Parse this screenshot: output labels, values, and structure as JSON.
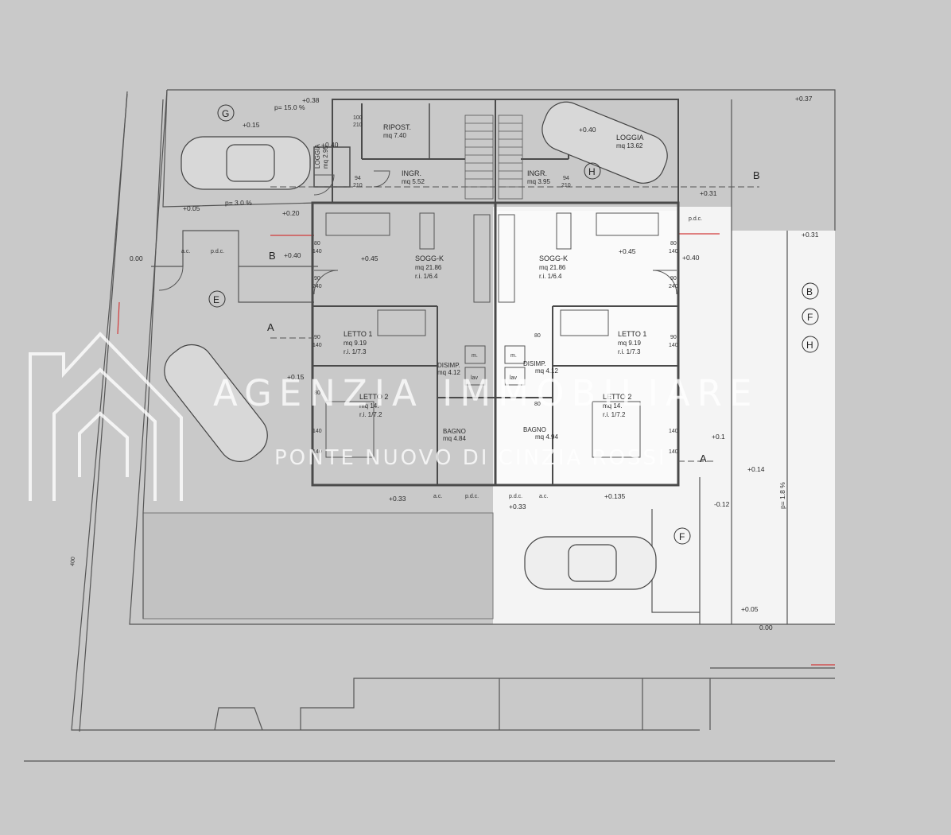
{
  "plan": {
    "units": {
      "left": {
        "rooms": [
          {
            "name": "RIPOST.",
            "area": "mq  7.40"
          },
          {
            "name": "LOGGIA",
            "area": "mq  2.95"
          },
          {
            "name": "INGR.",
            "area": "mq  5.52"
          },
          {
            "name": "SOGG-K",
            "area": "mq  21.86",
            "ri": "r.i.    1/6.4"
          },
          {
            "name": "LETTO 1",
            "area": "mq   9.19",
            "ri": "r.i.    1/7.3"
          },
          {
            "name": "DISIMP.",
            "area": "mq  4.12"
          },
          {
            "name": "LETTO 2",
            "area": "mq   14.",
            "ri": "r.i.    1/7.2"
          },
          {
            "name": "BAGNO",
            "area": "mq  4.84"
          }
        ]
      },
      "right": {
        "rooms": [
          {
            "name": "LOGGIA",
            "area": "mq  13.62"
          },
          {
            "name": "INGR.",
            "area": "mq  3.95"
          },
          {
            "name": "SOGG-K",
            "area": "mq  21.86",
            "ri": "r.i.    1/6.4"
          },
          {
            "name": "LETTO 1",
            "area": "mq   9.19",
            "ri": "r.i.    1/7.3"
          },
          {
            "name": "DISIMP.",
            "area": "mq  4.12"
          },
          {
            "name": "LETTO 2",
            "area": "mq   14.",
            "ri": "r.i.    1/7.2"
          },
          {
            "name": "BAGNO",
            "area": "mq  4.94"
          }
        ]
      }
    },
    "elevations": {
      "e1": "+0.38",
      "e2": "+0.15",
      "e3": "+0.40",
      "e4": "+0.05",
      "e5": "+0.20",
      "e6": "0.00",
      "e7": "+0.40",
      "e8": "+0.45",
      "e9": "+0.15",
      "e10": "+0.33",
      "e11": "+0.37",
      "e12": "+0.40",
      "e13": "+0.31",
      "e14": "+0.31",
      "e15": "+0.45",
      "e16": "+0.40",
      "e17": "+0.33",
      "e18": "+0.135",
      "e19": "+0.14",
      "e20": "-0.12",
      "e21": "+0.05",
      "e22": "0.00",
      "e23": "+0.1"
    },
    "slopes": {
      "s1": "p= 15.0 %",
      "s2": "p= 3.0 %",
      "s3": "p= 1.8 %"
    },
    "tags": {
      "G": "G",
      "E": "E",
      "H": "H",
      "F": "F",
      "B": "B",
      "F2": "F",
      "H2": "H"
    },
    "section_marks": {
      "a_left": "A",
      "b_left": "B",
      "a_right": "A",
      "b_right": "B"
    },
    "small_labels": {
      "ac": "a.c.",
      "pdc": "p.d.c.",
      "m": "m.",
      "lav": "lav",
      "d80": "80",
      "d90": "90",
      "d140": "140",
      "d240": "240",
      "d94": "94",
      "d210": "210",
      "d100": "100",
      "d400": "400"
    }
  },
  "watermark": {
    "title": "AGENZIA IMMOBILIARE",
    "subtitle": "PONTE NUOVO DI CINZIA ROSSI"
  },
  "colors": {
    "background": "#c9c9c9",
    "drawing": "#555555",
    "highlight_lot": "#f4f4f4",
    "red_line": "#d23a3a",
    "watermark": "#ffffff"
  }
}
